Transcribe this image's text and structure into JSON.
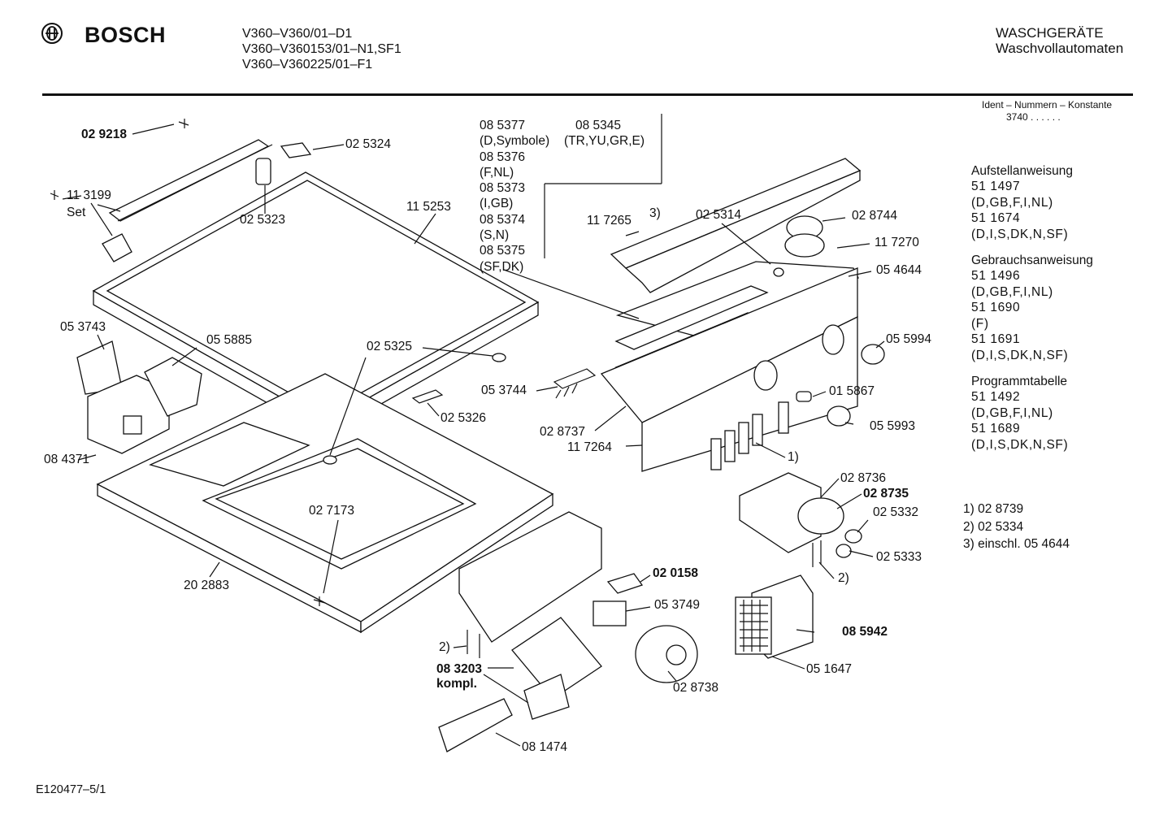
{
  "header": {
    "brand": "BOSCH",
    "models": [
      "V360–V360/01–D1",
      "V360–V360153/01–N1,SF1",
      "V360–V360225/01–F1"
    ],
    "category": "WASCHGERÄTE",
    "subcategory": "Waschvollautomaten",
    "ident_label": "Ident – Nummern – Konstante",
    "ident_value": "3740 . . . . . ."
  },
  "documents": [
    {
      "title": "Aufstellanweisung",
      "items": [
        "51 1497",
        "(D,GB,F,I,NL)",
        "51 1674",
        "(D,I,S,DK,N,SF)"
      ]
    },
    {
      "title": "Gebrauchsanweisung",
      "items": [
        "51 1496",
        "(D,GB,F,I,NL)",
        "51 1690",
        "(F)",
        "51 1691",
        "(D,I,S,DK,N,SF)"
      ]
    },
    {
      "title": "Programmtabelle",
      "items": [
        "51 1492",
        "(D,GB,F,I,NL)",
        "51 1689",
        "(D,I,S,DK,N,SF)"
      ]
    }
  ],
  "footnotes": [
    "1) 02 8739",
    "2) 02 5334",
    "3) einschl. 05 4644"
  ],
  "variant_list": {
    "left": [
      "08 5377",
      "(D,Symbole)",
      "08 5376",
      "(F,NL)",
      "08 5373",
      "(I,GB)",
      "08 5374",
      "(S,N)",
      "08 5375",
      "(SF,DK)"
    ],
    "right": [
      "08 5345",
      "(TR,YU,GR,E)"
    ]
  },
  "part_labels": {
    "p029218": "02 9218",
    "p025324": "02 5324",
    "p113199": "11 3199",
    "set": "Set",
    "p025323": "02 5323",
    "p115253": "11 5253",
    "p117265": "11 7265",
    "fn3": "3)",
    "p025314": "02 5314",
    "p028744": "02 8744",
    "p117270": "11 7270",
    "p054644": "05 4644",
    "p053743": "05 3743",
    "p055885": "05 5885",
    "p025325": "02 5325",
    "p055994": "05 5994",
    "p053744": "05 3744",
    "p015867": "01 5867",
    "p025326": "02 5326",
    "p028737": "02 8737",
    "p055993": "05 5993",
    "p117264": "11 7264",
    "p084371": "08 4371",
    "fn1": "1)",
    "p028736": "02 8736",
    "p028735": "02 8735",
    "p027173": "02 7173",
    "p025332": "02 5332",
    "p025333": "02 5333",
    "fn2a": "2)",
    "p202883": "20 2883",
    "p020158": "02 0158",
    "p053749": "05 3749",
    "p085942": "08 5942",
    "fn2b": "2)",
    "p083203": "08 3203",
    "kompl": "kompl.",
    "p051647": "05 1647",
    "p028738": "02 8738",
    "p081474": "08 1474"
  },
  "footer": {
    "code": "E120477–5/1"
  }
}
